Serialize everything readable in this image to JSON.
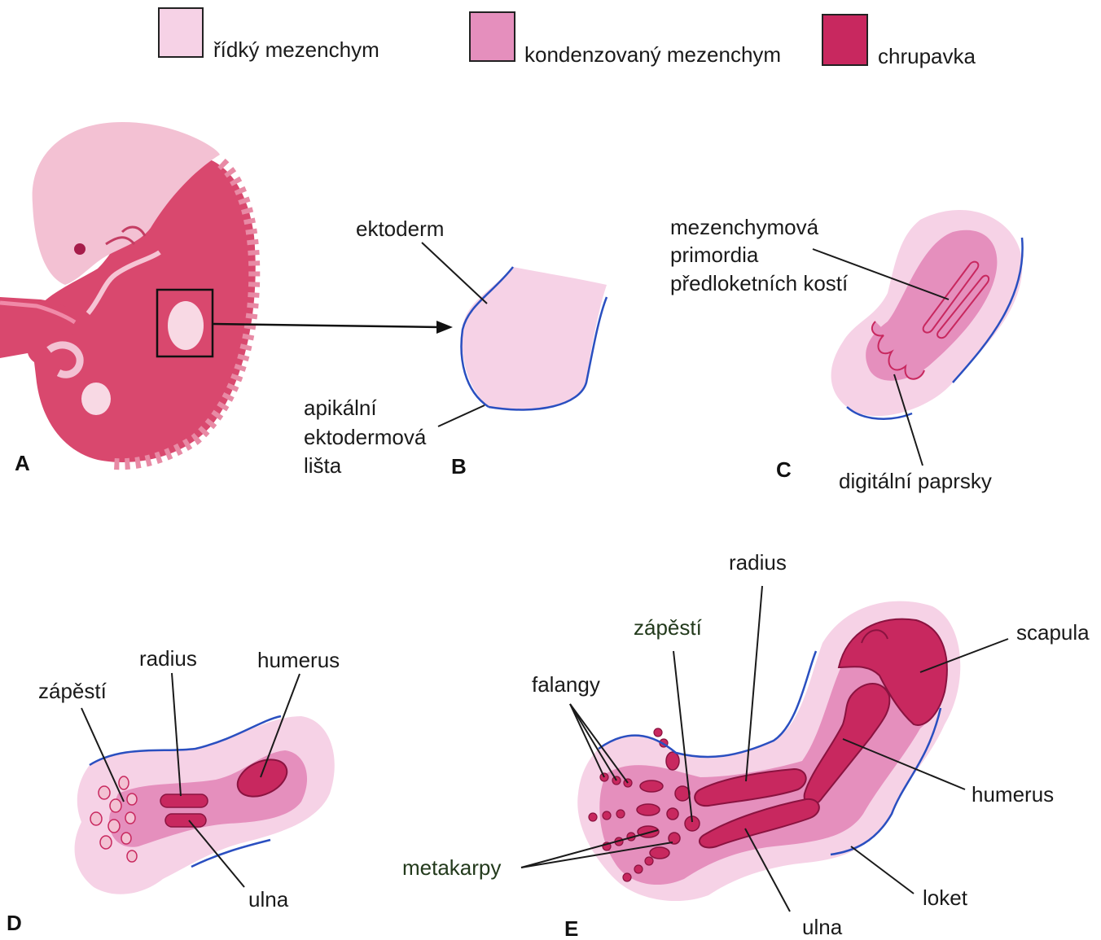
{
  "colors": {
    "loose_mesenchyme": "#f6d2e6",
    "condensed_mesenchyme": "#e58fbd",
    "cartilage": "#c8285f",
    "ectoderm_line": "#2a4fc0",
    "embryo_body": "#d9486e",
    "embryo_head": "#f3c1d3"
  },
  "legend": [
    {
      "label": "řídký mezenchym",
      "color": "#f6d2e6"
    },
    {
      "label": "kondenzovaný mezenchym",
      "color": "#e58fbd"
    },
    {
      "label": "chrupavka",
      "color": "#c8285f"
    }
  ],
  "panels": {
    "A": {
      "letter": "A"
    },
    "B": {
      "letter": "B",
      "ektoderm": "ektoderm",
      "ridge_lines": [
        "apikální",
        "ektodermová",
        "lišta"
      ]
    },
    "C": {
      "letter": "C",
      "primordia_lines": [
        "mezenchymová",
        "primordia",
        "předloketních kostí"
      ],
      "digital_rays": "digitální paprsky"
    },
    "D": {
      "letter": "D",
      "zapesti": "zápěstí",
      "radius": "radius",
      "humerus": "humerus",
      "ulna": "ulna"
    },
    "E": {
      "letter": "E",
      "radius": "radius",
      "zapesti": "zápěstí",
      "scapula": "scapula",
      "falangy": "falangy",
      "humerus": "humerus",
      "metakarpy": "metakarpy",
      "loket": "loket",
      "ulna": "ulna"
    }
  }
}
